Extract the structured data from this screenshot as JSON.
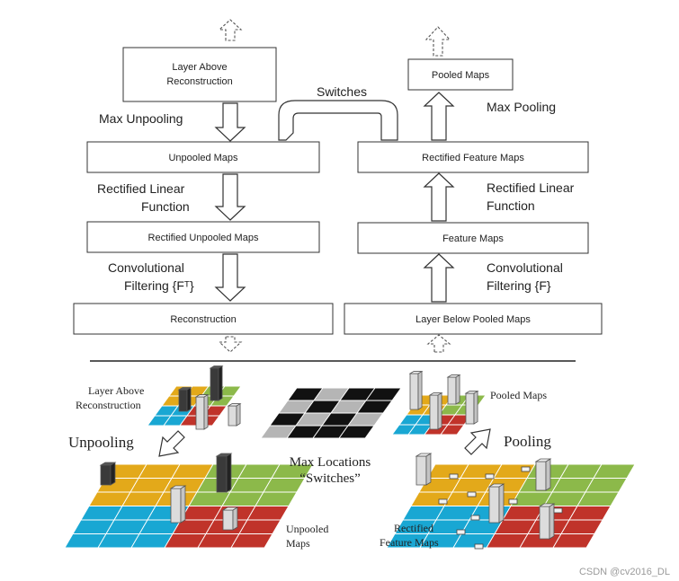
{
  "top": {
    "left_boxes": {
      "layer_above": [
        "Layer Above",
        "Reconstruction"
      ],
      "unpooled": "Unpooled Maps",
      "rect_unpooled": "Rectified Unpooled Maps",
      "reconstruction": "Reconstruction"
    },
    "right_boxes": {
      "pooled": "Pooled Maps",
      "rect_feature": "Rectified Feature Maps",
      "feature": "Feature Maps",
      "layer_below": "Layer Below Pooled Maps"
    },
    "labels": {
      "switches": "Switches",
      "max_unpooling": "Max Unpooling",
      "max_pooling": "Max Pooling",
      "rect_left": [
        "Rectified Linear",
        "Function"
      ],
      "rect_right": [
        "Rectified Linear",
        "Function"
      ],
      "conv_left": [
        "Convolutional",
        "Filtering {Fᵀ}"
      ],
      "conv_right": [
        "Convolutional",
        "Filtering {F}"
      ]
    }
  },
  "bottom": {
    "layer_above": [
      "Layer Above",
      "Reconstruction"
    ],
    "unpooling": "Unpooling",
    "pooling": "Pooling",
    "max_locations": [
      "Max Locations",
      "“Switches”"
    ],
    "pooled_maps": "Pooled Maps",
    "unpooled_maps": [
      "Unpooled",
      "Maps"
    ],
    "rect_feature_maps": [
      "Rectified",
      "Feature Maps"
    ],
    "colors": {
      "yellow": "#e3a91a",
      "green": "#8cb94a",
      "blue": "#19a7d3",
      "red": "#c0332a",
      "black": "#111111",
      "gray": "#b5b5b5"
    }
  },
  "watermark": "CSDN @cv2016_DL"
}
